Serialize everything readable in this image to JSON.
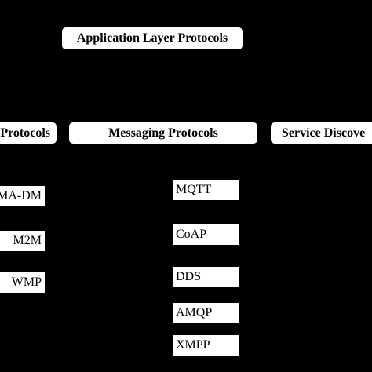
{
  "diagram": {
    "root": {
      "label": "Application Layer Protocols"
    },
    "categories": [
      {
        "label": "Protocols"
      },
      {
        "label": "Messaging  Protocols"
      },
      {
        "label": "Service Discove"
      }
    ],
    "left_items": [
      {
        "label": "MA-DM"
      },
      {
        "label": "M2M"
      },
      {
        "label": "WMP"
      }
    ],
    "messaging_items": [
      {
        "label": "MQTT"
      },
      {
        "label": "CoAP"
      },
      {
        "label": "DDS"
      },
      {
        "label": "AMQP"
      },
      {
        "label": "XMPP"
      }
    ]
  }
}
